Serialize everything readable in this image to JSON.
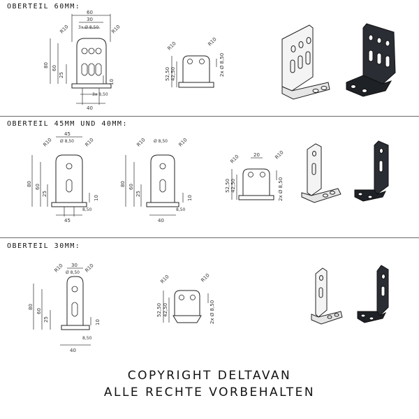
{
  "sections": [
    {
      "title": "Oberteil 60mm:",
      "front": {
        "total_width": "60",
        "hole_spacing": "30",
        "hole_diameter": "3x Ø 8,50",
        "corner_radius_left": "R10",
        "corner_radius_right": "R10",
        "height": "80",
        "height_mid": "60",
        "height_low": "25",
        "bottom_offset": "10",
        "slot_width": "3x 8,50",
        "base_width": "40"
      },
      "side": {
        "radius_left": "R10",
        "radius_right": "R10",
        "height": "52,50",
        "height_inner": "42,50",
        "holes": "2x Ø 8,50"
      }
    },
    {
      "title": "Oberteil 45mm und 40mm:",
      "front_a": {
        "total_width": "45",
        "corner_radius_left": "R10",
        "corner_radius_right": "R10",
        "hole_diameter": "Ø 8,50",
        "height": "80",
        "height_mid": "60",
        "height_low": "25",
        "bottom_offset": "10",
        "slot_width": "8,50",
        "base_width": "45"
      },
      "front_b": {
        "corner_radius_left": "R10",
        "corner_radius_right": "R10",
        "hole_diameter": "Ø 8,50",
        "height": "80",
        "height_mid": "60",
        "height_low": "25",
        "bottom_offset": "10",
        "slot_width": "8,50",
        "base_width": "40"
      },
      "side": {
        "hole_spacing": "20",
        "radius_left": "R10",
        "radius_right": "R10",
        "height": "52,50",
        "height_inner": "42,50",
        "holes": "2x Ø 8,50"
      }
    },
    {
      "title": "Oberteil 30mm:",
      "front": {
        "total_width": "30",
        "corner_radius_left": "R10",
        "corner_radius_right": "R10",
        "hole_diameter": "Ø 8,50",
        "height": "80",
        "height_mid": "60",
        "height_low": "25",
        "bottom_offset": "10",
        "slot_width": "8,50",
        "base_width": "40"
      },
      "side": {
        "radius_left": "R10",
        "radius_right": "R10",
        "height": "52,50",
        "height_inner": "42,50",
        "holes": "2x Ø 8,50"
      }
    }
  ],
  "copyright": {
    "line1": "Copyright Deltavan",
    "line2": "Alle Rechte vorbehalten"
  }
}
